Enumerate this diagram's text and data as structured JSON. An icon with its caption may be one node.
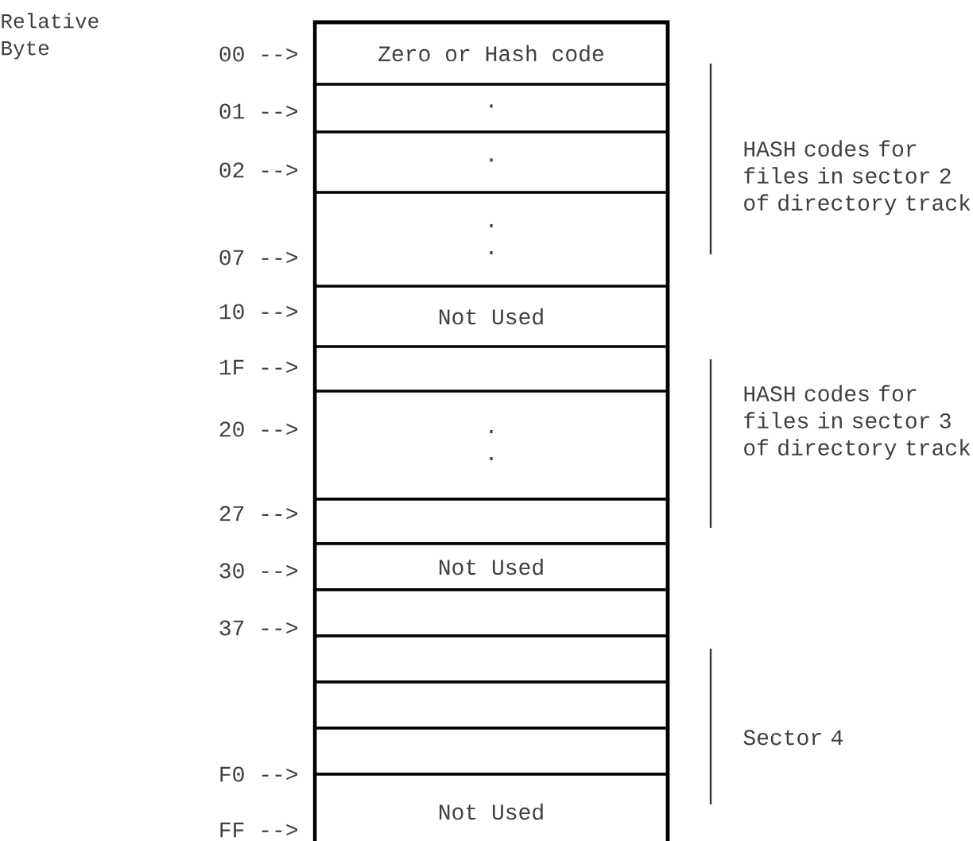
{
  "diagram": {
    "nodes": [
      {
        "text": [],
        "shape": "box"
      },
      {
        "text": [
          "Zero or Hash code"
        ],
        "in": 0
      },
      {
        "text": [
          "."
        ],
        "in": 0
      },
      {
        "text": [
          "."
        ],
        "in": 0
      },
      {
        "text": [
          ". ."
        ],
        "in": 0
      },
      {
        "text": [
          "Not Used"
        ],
        "in": 0
      },
      {
        "text": [],
        "shape": "box",
        "in": 0
      },
      {
        "text": [
          ". ."
        ],
        "in": 0
      },
      {
        "text": [],
        "shape": "box",
        "in": 0
      },
      {
        "text": [
          "Not Used"
        ],
        "in": 0
      },
      {
        "text": [],
        "shape": "box",
        "in": 0
      },
      {
        "text": [],
        "shape": "box",
        "in": 0
      },
      {
        "text": [],
        "shape": "box",
        "in": 0
      },
      {
        "text": [],
        "shape": "box",
        "in": 0
      },
      {
        "text": [
          "Not Used"
        ],
        "in": 0
      }
    ],
    "labels": [
      "Relative Byte",
      "00 -->",
      "01 -->",
      "HASH codes for files in sector 2 of directory track",
      "02 -->",
      "07 -->",
      "10 -->",
      "1F -->",
      "HASH codes for files in sector 3 of directory track",
      "20 -->",
      "27 -->",
      "30 -->",
      "37 -->",
      "Sector 4",
      "F0 -->",
      "FF -->"
    ]
  }
}
